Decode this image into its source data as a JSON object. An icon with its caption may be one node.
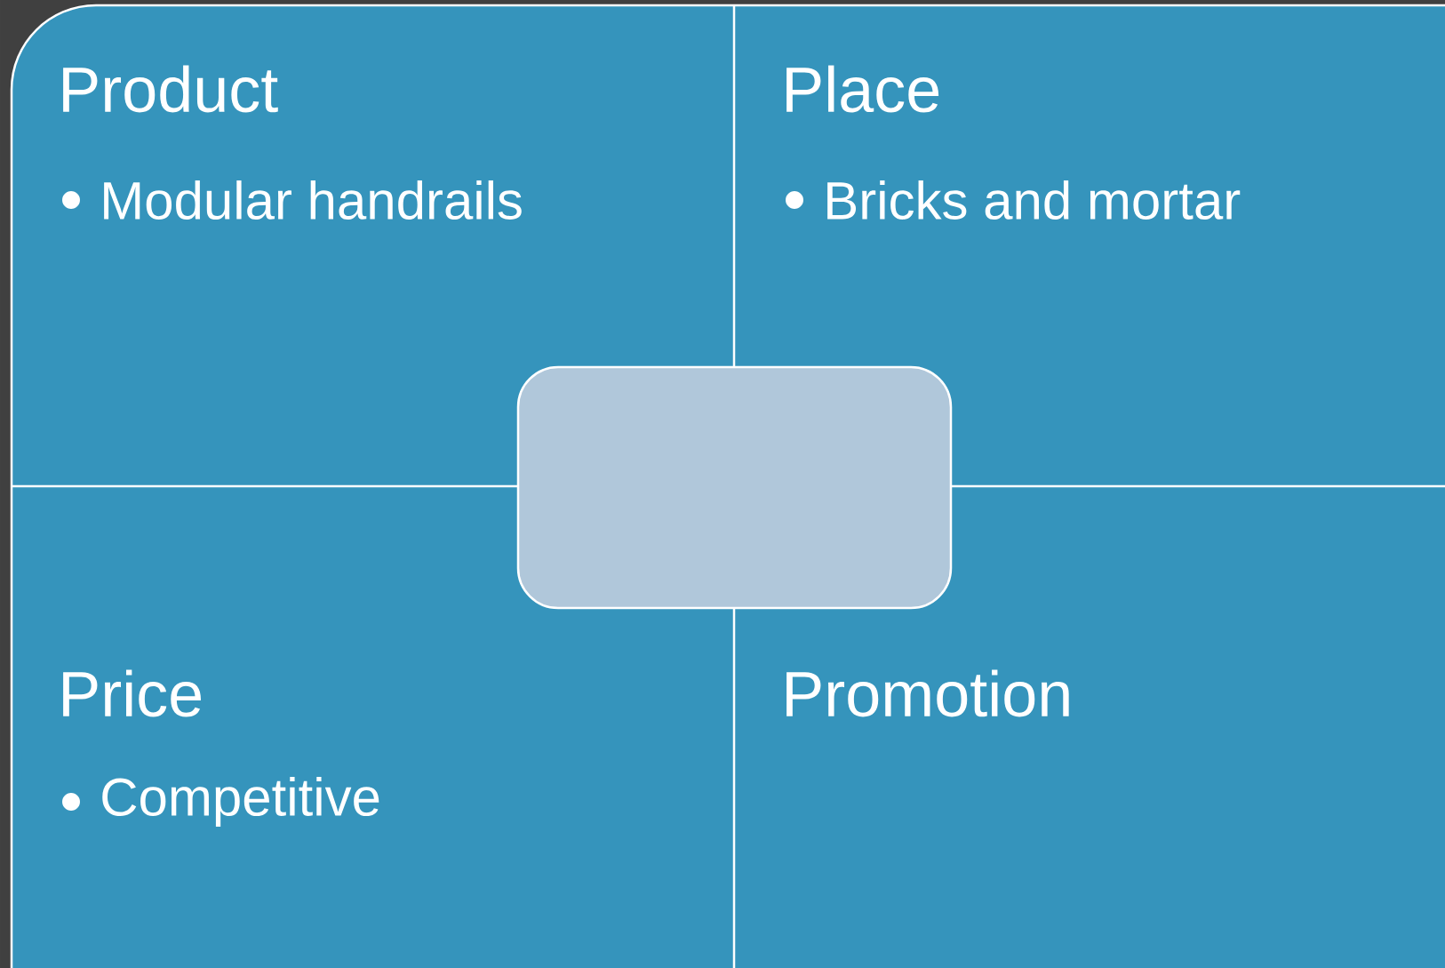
{
  "diagram": {
    "nodes": [
      {
        "text": [
          "Product",
          "Modular handrails"
        ]
      },
      {
        "text": [
          "Place",
          "Bricks and mortar"
        ]
      },
      {
        "text": [
          "Price",
          "Competitive"
        ]
      },
      {
        "text": [
          "Promotion"
        ]
      },
      {
        "text": [],
        "shape": "box"
      }
    ]
  }
}
